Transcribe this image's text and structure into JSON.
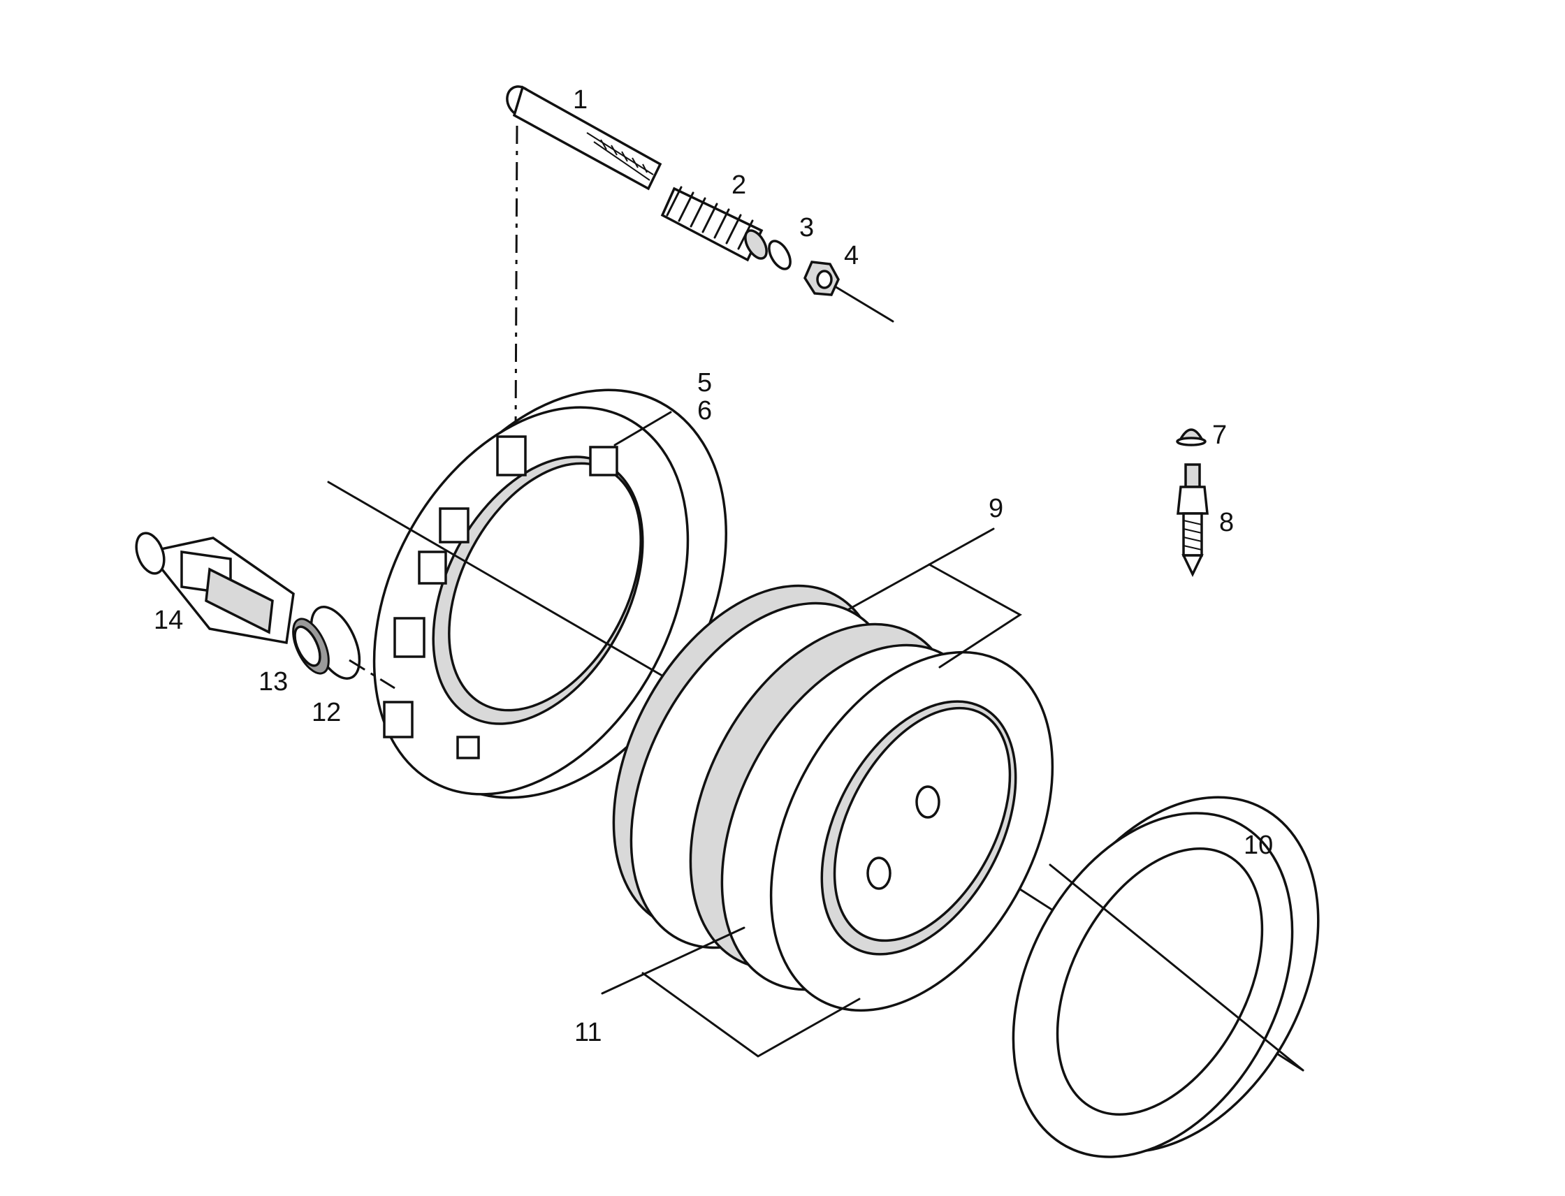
{
  "diagram": {
    "labels": [
      {
        "id": "p1",
        "text": "1"
      },
      {
        "id": "p2",
        "text": "2"
      },
      {
        "id": "p3",
        "text": "3"
      },
      {
        "id": "p4",
        "text": "4"
      },
      {
        "id": "p5",
        "text": "5"
      },
      {
        "id": "p6",
        "text": "6"
      },
      {
        "id": "p7",
        "text": "7"
      },
      {
        "id": "p8",
        "text": "8"
      },
      {
        "id": "p9",
        "text": "9"
      },
      {
        "id": "p10",
        "text": "10"
      },
      {
        "id": "p11",
        "text": "11"
      },
      {
        "id": "p12",
        "text": "12"
      },
      {
        "id": "p13",
        "text": "13"
      },
      {
        "id": "p14",
        "text": "14"
      }
    ]
  }
}
